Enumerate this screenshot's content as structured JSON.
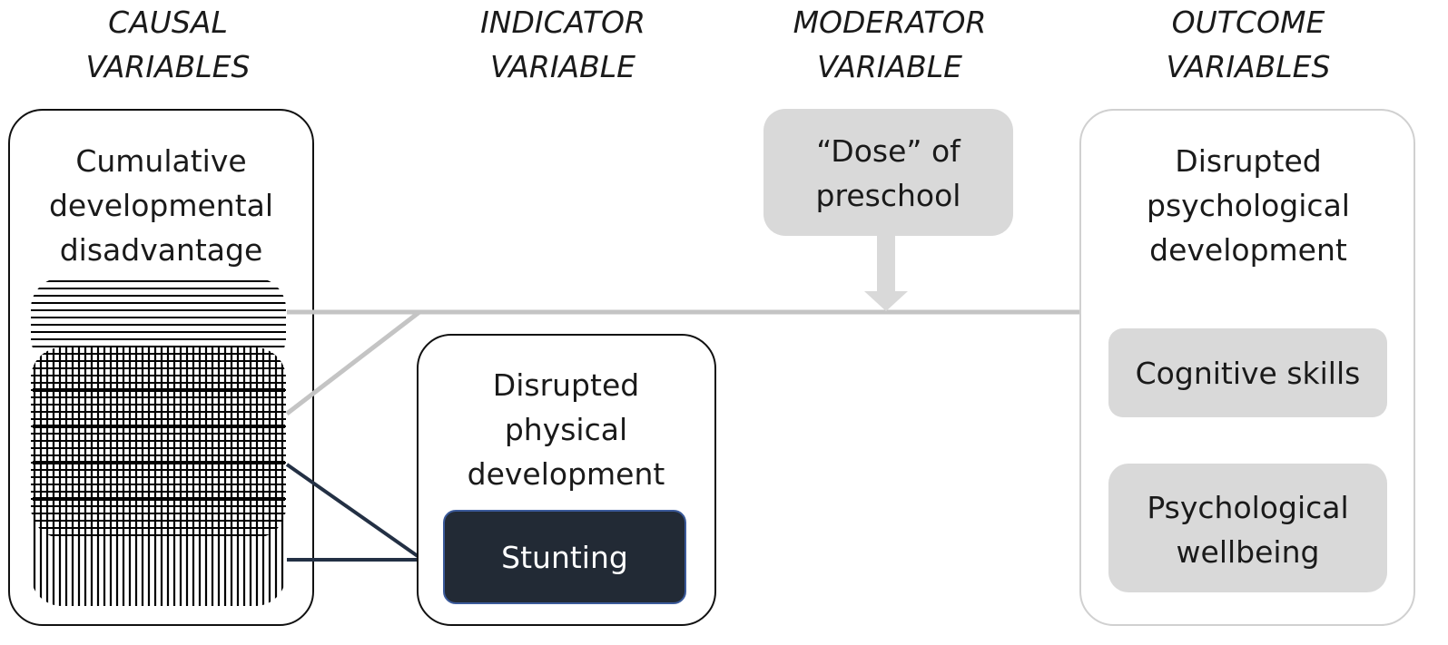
{
  "headers": {
    "causal": [
      "CAUSAL",
      "VARIABLES"
    ],
    "indicator": [
      "INDICATOR",
      "VARIABLE"
    ],
    "moderator": [
      "MODERATOR",
      "VARIABLE"
    ],
    "outcome": [
      "OUTCOME",
      "VARIABLES"
    ]
  },
  "causal_box": {
    "label": [
      "Cumulative",
      "developmental",
      "disadvantage"
    ]
  },
  "indicator_box": {
    "label": [
      "Disrupted",
      "physical",
      "development"
    ],
    "sub_label": "Stunting"
  },
  "moderator_box": {
    "label": [
      "“Dose” of",
      "preschool"
    ]
  },
  "outcome_box": {
    "label": [
      "Disrupted",
      "psychological",
      "development"
    ],
    "items": [
      "Cognitive skills",
      [
        "Psychological",
        "wellbeing"
      ]
    ]
  },
  "colors": {
    "border_dark": "#111111",
    "navy": "#233044",
    "gray_fill": "#d9d9d9",
    "gray_line": "#c4c4c4",
    "outcome_border": "#d0d0d0"
  }
}
